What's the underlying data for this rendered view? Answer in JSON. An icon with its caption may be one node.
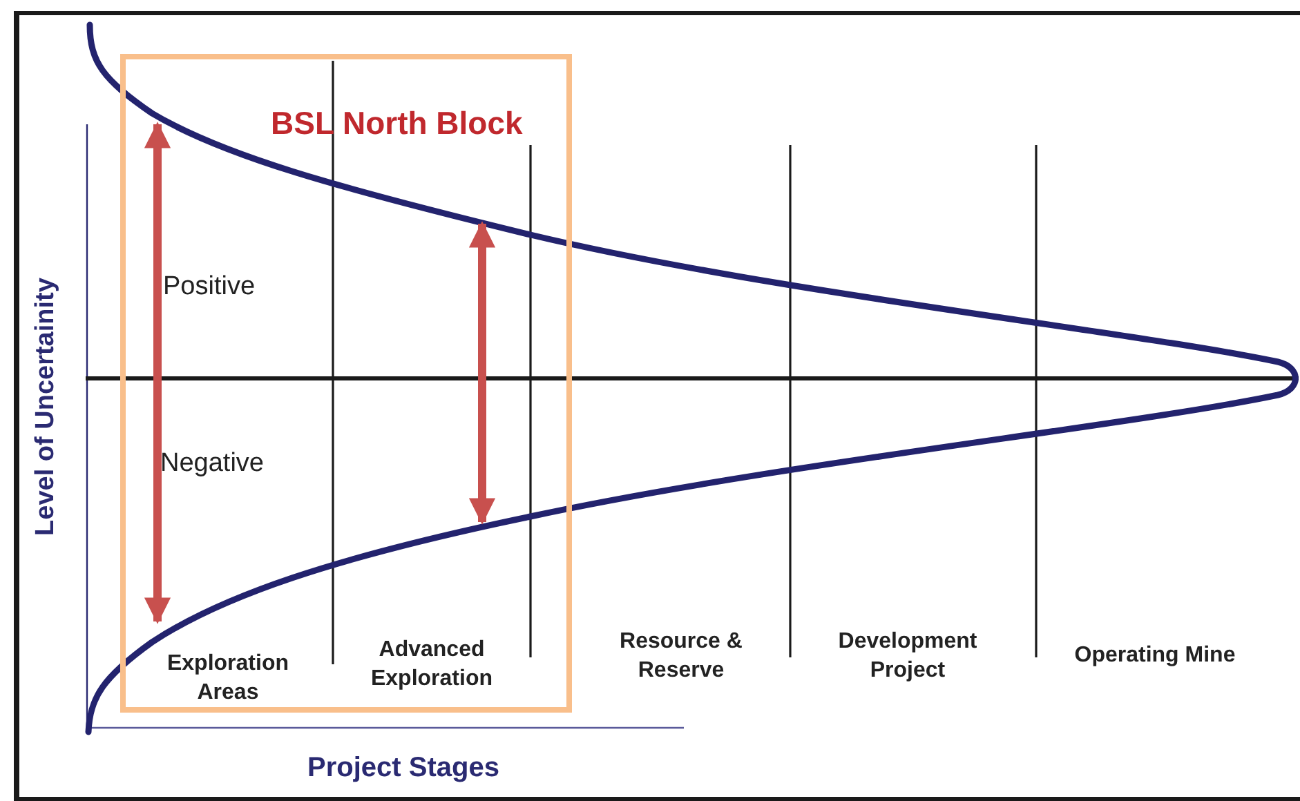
{
  "diagram": {
    "nodes": [
      {
        "text": [
          "BSL North Block"
        ]
      }
    ],
    "labels": [
      "Positive",
      "Negative",
      "Exploration Areas",
      "Advanced Exploration",
      "Resource & Reserve",
      "Development Project",
      "Operating Mine",
      "Level of Uncertainity",
      "Project Stages"
    ]
  }
}
